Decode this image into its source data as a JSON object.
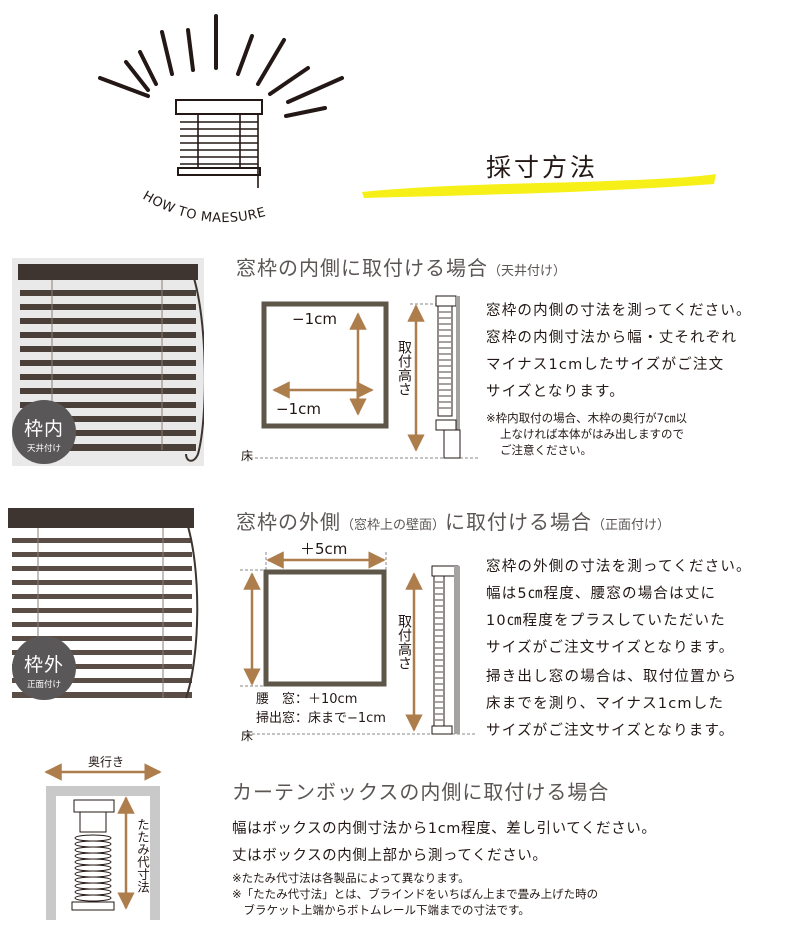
{
  "colors": {
    "accent": "#f7f018",
    "frame": "#5e5649",
    "arrow": "#ad7d4c",
    "text": "#231815",
    "title": "#5b5654"
  },
  "logo": {
    "text": "HOW TO MAESURE"
  },
  "header": {
    "title": "採寸方法"
  },
  "section1": {
    "title": "窓枠の内側に取付ける場合",
    "title_sub": "（天井付け）",
    "badge_main": "枠内",
    "badge_sub": "天井付け",
    "dim_top": "−1cm",
    "dim_bottom": "−1cm",
    "height_label": "取付高さ",
    "floor": "床",
    "lines": [
      "窓枠の内側の寸法を測ってください。",
      "窓枠の内側寸法から幅・丈それぞれ",
      "マイナス1cmしたサイズがご注文",
      "サイズとなります。"
    ],
    "notes": [
      "※枠内取付の場合、木枠の奥行が7㎝以",
      "上なければ本体がはみ出しますので",
      "ご注意ください。"
    ]
  },
  "section2": {
    "title_a": "窓枠の外側",
    "title_sub": "（窓枠上の壁面）",
    "title_b": "に取付ける場合",
    "title_sub2": "（正面付け）",
    "badge_main": "枠外",
    "badge_sub": "正面付け",
    "dim_top": "＋5cm",
    "height_label": "取付高さ",
    "floor": "床",
    "legend": [
      "腰　窓：＋10cm",
      "掃出窓：床まで−1cm"
    ],
    "lines_a": [
      "窓枠の外側の寸法を測ってください。",
      "幅は5㎝程度、腰窓の場合は丈に",
      "10㎝程度をプラスしていただいた",
      "サイズがご注文サイズとなります。"
    ],
    "lines_b": [
      "掃き出し窓の場合は、取付位置から",
      "床までを測り、マイナス1cmした",
      "サイズがご注文サイズとなります。"
    ]
  },
  "section3": {
    "title": "カーテンボックスの内側に取付ける場合",
    "depth_label": "奥行き",
    "fold_label": "たたみ代寸法",
    "lines": [
      "幅はボックスの内側寸法から1cm程度、差し引いてください。",
      "丈はボックスの内側上部から測ってください。"
    ],
    "notes": [
      "※たたみ代寸法は各製品によって異なります。",
      "※「たたみ代寸法」とは、ブラインドをいちばん上まで畳み上げた時の",
      "　ブラケット上端からボトムレール下端までの寸法です。"
    ]
  }
}
